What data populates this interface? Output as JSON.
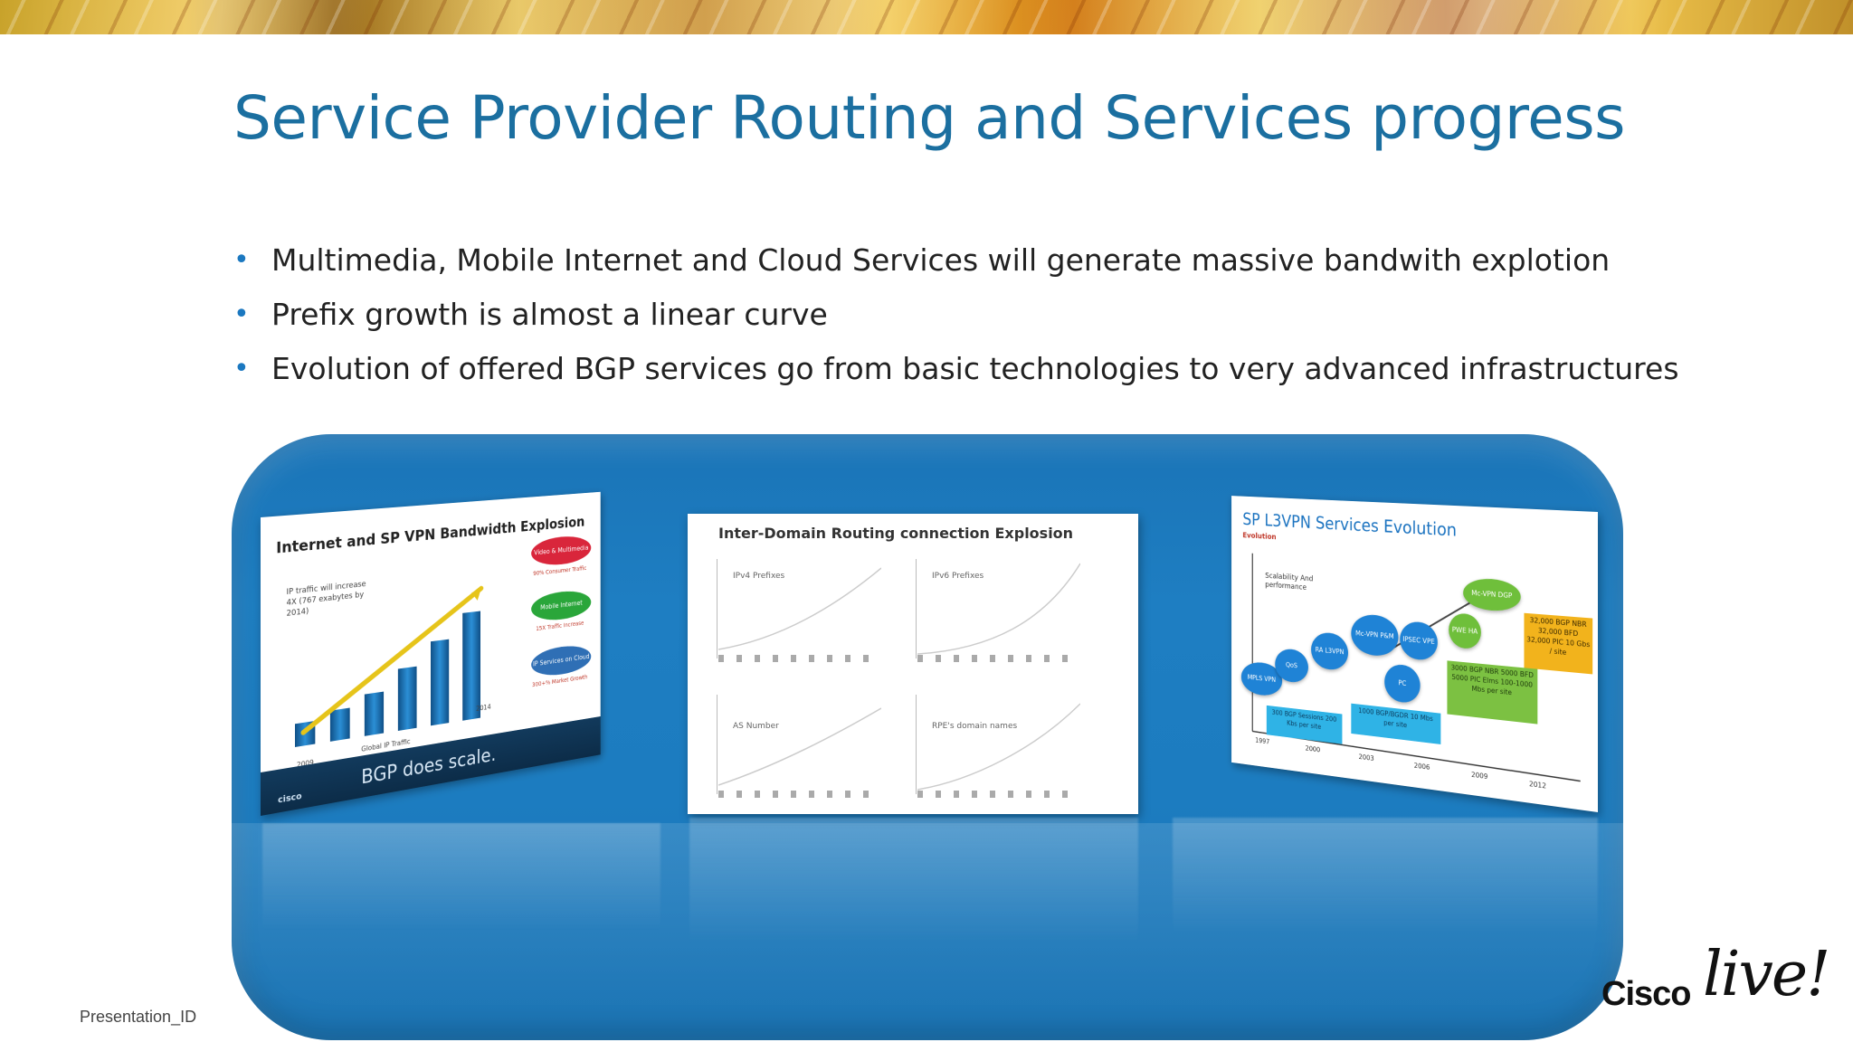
{
  "slide": {
    "title": "Service Provider Routing and Services progress",
    "bullets": [
      "Multimedia, Mobile Internet and Cloud Services will generate massive bandwith explotion",
      "Prefix growth is almost a linear curve",
      "Evolution of offered BGP services go from basic technologies to very advanced infrastructures"
    ],
    "bullet_glyph": "•",
    "presentation_id": "Presentation_ID"
  },
  "cards": {
    "bandwidth": {
      "title": "Internet and SP VPN Bandwidth Explosion",
      "note": "IP traffic will increase 4X (767 exabytes by 2014)",
      "x_start": "2009",
      "x_end": "2014",
      "x_label": "Global IP Traffic",
      "bars": [
        0.16,
        0.22,
        0.3,
        0.45,
        0.62,
        0.8
      ],
      "blobs": [
        {
          "label": "Video & Multimedia",
          "caption": "90% Consumer Traffic",
          "color": "#d9263b"
        },
        {
          "label": "Mobile Internet",
          "caption": "15X Traffic Increase",
          "color": "#2aa63a"
        },
        {
          "label": "IP Services on Cloud",
          "caption": "300+% Market Growth",
          "color": "#2f6fb5"
        }
      ],
      "brand": "cisco",
      "tagline": "BGP does scale."
    },
    "routing": {
      "title": "Inter-Domain Routing connection Explosion",
      "charts": [
        "IPv4 Prefixes",
        "IPv6 Prefixes",
        "AS Number",
        "RPE's domain names"
      ]
    },
    "l3vpn": {
      "title": "SP L3VPN Services Evolution",
      "subtitle": "Evolution",
      "axis_label": "Scalability And performance",
      "bubbles": [
        "MPLS VPN",
        "QoS",
        "RA L3VPN",
        "Mc-VPN P&M",
        "IPSEC VPE",
        "PC",
        "PWE HA",
        "Mc-VPN DGP"
      ],
      "boxes": [
        {
          "text": "300 BGP Sessions 200 Kbs per site",
          "color": "#2fb3e6"
        },
        {
          "text": "1000 BGP/BGDR 10 Mbs per site",
          "color": "#2fb3e6"
        },
        {
          "text": "3000 BGP NBR 5000 BFD 5000 PIC Elms 100-1000 Mbs per site",
          "color": "#7cc142"
        },
        {
          "text": "32,000 BGP NBR 32,000 BFD 32,000 PIC 10 Gbs / site",
          "color": "#f2b31c"
        }
      ],
      "years": [
        "1997",
        "2000",
        "2003",
        "2006",
        "2009",
        "2012"
      ]
    }
  },
  "logo": {
    "brand": "Cisco",
    "event": "live!"
  },
  "colors": {
    "title": "#1b6fa0",
    "panel": "#1c7cc0",
    "bullet": "#1b78c0"
  }
}
